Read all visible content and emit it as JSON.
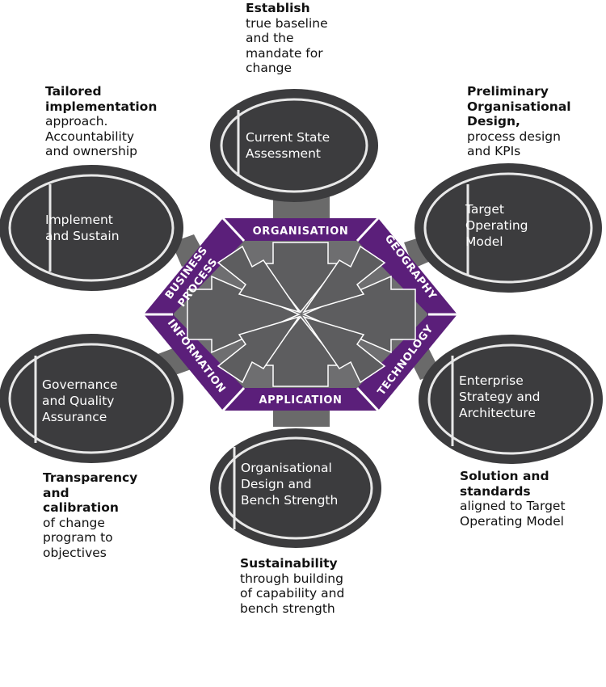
{
  "colors": {
    "node_fill": "#3c3c3e",
    "ring_stroke": "#e8e8e8",
    "segment_purple": "#5b1f7a",
    "arrow_gray": "#6e6e70",
    "connector_gray": "#6a6a6a"
  },
  "center_segments": {
    "top": "ORGANISATION",
    "upper_right": "GEOGRAPHY",
    "lower_right": "TECHNOLOGY",
    "bottom": "APPLICATION",
    "lower_left": "INFORMATION",
    "upper_left_line1": "BUSINESS",
    "upper_left_line2": "PROCESS"
  },
  "nodes": {
    "current_state": {
      "line1": "Current State",
      "line2": "Assessment"
    },
    "target_operating": {
      "line1": "Target",
      "line2": "Operating",
      "line3": "Model"
    },
    "enterprise_strategy": {
      "line1": "Enterprise",
      "line2": "Strategy and",
      "line3": "Architecture"
    },
    "organisational_design": {
      "line1": "Organisational",
      "line2": "Design and",
      "line3": "Bench Strength"
    },
    "governance": {
      "line1": "Governance",
      "line2": "and Quality",
      "line3": "Assurance"
    },
    "implement": {
      "line1": "Implement",
      "line2": "and Sustain"
    }
  },
  "descriptions": {
    "establish": {
      "bold": "Establish",
      "rest": [
        "true baseline",
        "and the",
        "mandate for",
        "change"
      ]
    },
    "preliminary": {
      "bold": [
        "Preliminary",
        "Organisational",
        "Design,"
      ],
      "rest": [
        "process design",
        "and KPIs"
      ]
    },
    "solution": {
      "bold": [
        "Solution and",
        "standards"
      ],
      "rest": [
        "aligned to Target",
        "Operating Model"
      ]
    },
    "sustainability": {
      "bold": "Sustainability",
      "rest": [
        "through building",
        "of capability and",
        "bench strength"
      ]
    },
    "transparency": {
      "bold": [
        "Transparency",
        "and",
        "calibration"
      ],
      "rest": [
        "of change",
        "program to",
        "objectives"
      ]
    },
    "tailored": {
      "bold": [
        "Tailored",
        "implementation"
      ],
      "rest": [
        "approach.",
        "Accountability",
        "and ownership"
      ]
    }
  }
}
